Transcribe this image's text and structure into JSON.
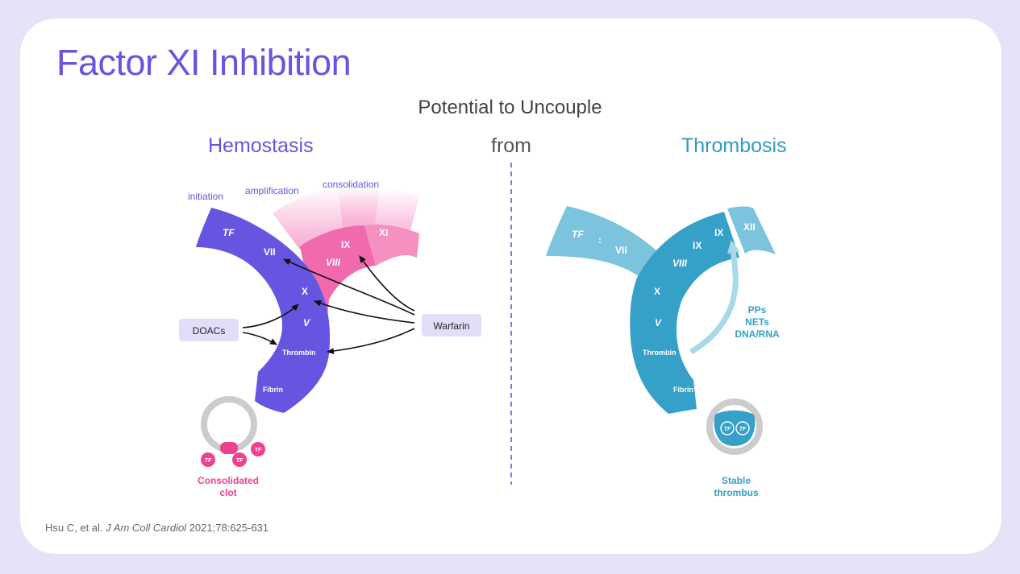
{
  "slide": {
    "title": "Factor XI Inhibition",
    "subtitle": "Potential to Uncouple",
    "left_heading": "Hemostasis",
    "middle_word": "from",
    "right_heading": "Thrombosis",
    "citation": {
      "authors": "Hsu C, et al. ",
      "journal": "J Am Coll Cardiol",
      "details": " 2021;78:625-631"
    }
  },
  "colors": {
    "background": "#e6e3f8",
    "purple": "#6655e0",
    "pink": "#f06aad",
    "pink_light": "#f590c0",
    "blue_dark": "#35a0c8",
    "blue_light": "#7cc3dd",
    "arrow_light": "#a8d8ea",
    "label_box": "#e2defa"
  },
  "hemostasis": {
    "phases": [
      "initiation",
      "amplification",
      "consolidation"
    ],
    "factors": {
      "tf": "TF",
      "vii": "VII",
      "x": "X",
      "v": "V",
      "thrombin": "Thrombin",
      "fibrin": "Fibrin",
      "viii": "VIII",
      "ix": "IX",
      "xi": "XI"
    },
    "drugs": [
      "DOACs",
      "Warfarin"
    ],
    "clot_tf_badges": [
      "TF",
      "TF",
      "TF"
    ],
    "clot_label": [
      "Consolidated",
      "clot"
    ]
  },
  "thrombosis": {
    "factors": {
      "tf": "TF",
      "colon": ":",
      "vii": "VII",
      "ix_outer": "IX",
      "ix_inner": "IX",
      "viii": "VIII",
      "x": "X",
      "v": "V",
      "thrombin": "Thrombin",
      "fibrin": "Fibrin",
      "xii": "XII"
    },
    "activators": [
      "PPs",
      "NETs",
      "DNA/RNA"
    ],
    "thrombus_tf_badges": [
      "TF",
      "TF"
    ],
    "thrombus_label": [
      "Stable",
      "thrombus"
    ]
  }
}
